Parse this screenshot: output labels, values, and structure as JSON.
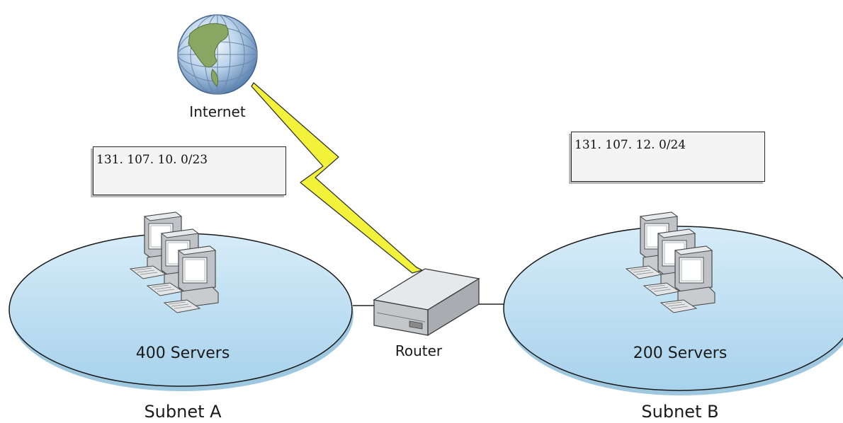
{
  "internet": {
    "label": "Internet"
  },
  "router": {
    "label": "Router"
  },
  "subnet_a": {
    "name": "Subnet A",
    "servers": "400 Servers",
    "address": "131. 107. 10. 0/23"
  },
  "subnet_b": {
    "name": "Subnet B",
    "servers": "200 Servers",
    "address": "131. 107. 12. 0/24"
  },
  "colors": {
    "subnet_fill": "#b7dcf0",
    "subnet_stroke": "#1a1a1a",
    "lightning": "#f2f23a"
  }
}
